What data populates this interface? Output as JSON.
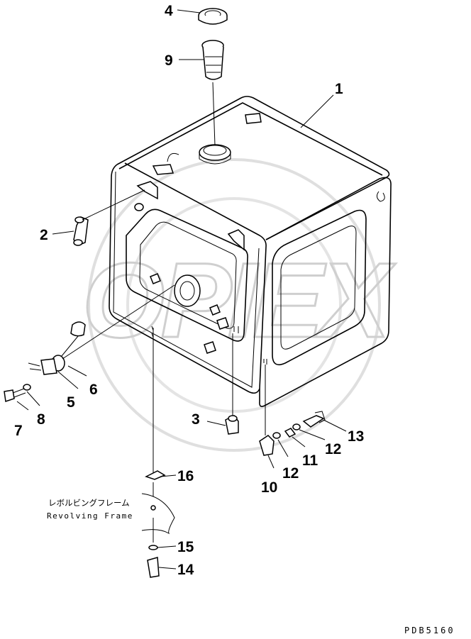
{
  "callouts": [
    {
      "id": "1",
      "label": "1"
    },
    {
      "id": "2",
      "label": "2"
    },
    {
      "id": "3",
      "label": "3"
    },
    {
      "id": "4",
      "label": "4"
    },
    {
      "id": "5",
      "label": "5"
    },
    {
      "id": "6",
      "label": "6"
    },
    {
      "id": "7",
      "label": "7"
    },
    {
      "id": "8",
      "label": "8"
    },
    {
      "id": "9",
      "label": "9"
    },
    {
      "id": "10",
      "label": "10"
    },
    {
      "id": "11",
      "label": "11"
    },
    {
      "id": "12a",
      "label": "12"
    },
    {
      "id": "12b",
      "label": "12"
    },
    {
      "id": "13",
      "label": "13"
    },
    {
      "id": "14",
      "label": "14"
    },
    {
      "id": "15",
      "label": "15"
    },
    {
      "id": "16",
      "label": "16"
    }
  ],
  "note": {
    "japanese": "レボルビングフレーム",
    "english": "Revolving Frame"
  },
  "drawing_code": "PDB5160",
  "watermark_text": "OPIEX"
}
